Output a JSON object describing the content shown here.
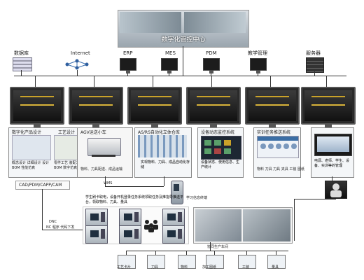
{
  "header": {
    "title": "数字化管控中心"
  },
  "top_nodes": [
    {
      "label": "数据库",
      "icon": "database-icon"
    },
    {
      "label": "Internet",
      "icon": "network-icon"
    },
    {
      "label": "ERP",
      "icon": "computer-icon"
    },
    {
      "label": "MES",
      "icon": "computer-icon"
    },
    {
      "label": "PDM",
      "icon": "computer-icon"
    },
    {
      "label": "教学管理",
      "icon": "computer-icon"
    },
    {
      "label": "服务器",
      "icon": "server-icon"
    }
  ],
  "systems": [
    {
      "title": "数字化产品设计",
      "sub_title": "工艺设计",
      "caption_left": "概念设计 详细设计 设计BOM 性能仿真",
      "caption_right": "零件工艺 装配工艺 工艺BOM 数字仿真"
    },
    {
      "title": "AGV运送小车",
      "caption": "物料、刀具配送、成品运输"
    },
    {
      "title": "AS/RS自动化立体仓库",
      "caption": "实现物料、刀具、成品自动化存储"
    },
    {
      "title": "设备动态监控系统",
      "caption": "设备状态、使用信息、生产统计"
    },
    {
      "title": "实训任务推送系统",
      "caption": "物料 刀具 刀具 夹具 工装 图纸"
    },
    {
      "title": "",
      "caption": "电源、老师、学生、设备、实训等的管理"
    }
  ],
  "left_label": "CAD/PDM/CAPP/CAM",
  "wms_label": "WMS",
  "scanner_label": "学习信息终端",
  "workshop_text": "学生刷卡取电，设备开机登录任务系统领取任务及推指导推送平台，领取物料、刀具、量具",
  "dnc": {
    "line1": "DNC",
    "line2": "NC 程序 代码下发"
  },
  "workshop_bottom_label": "协同生产车间",
  "bottom_items": [
    "工艺卡片",
    "刀具",
    "物料",
    "加工图纸",
    "工装",
    "量具"
  ]
}
